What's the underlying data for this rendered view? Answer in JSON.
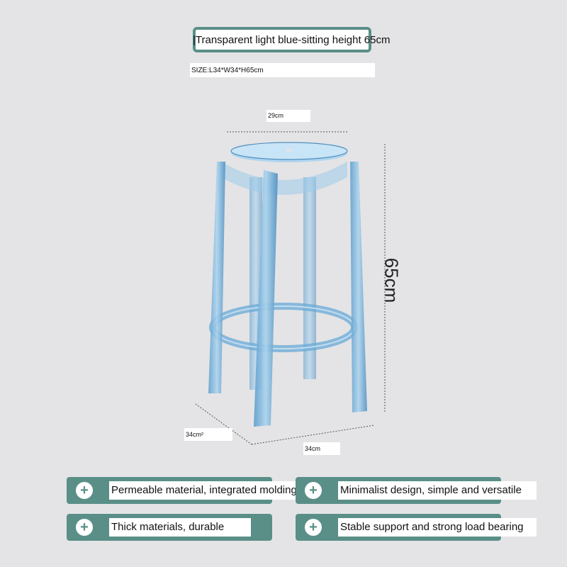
{
  "header": {
    "title": "|Transparent light blue-sitting height 65cm",
    "size": "SIZE:L34*W34*H65cm"
  },
  "dimensions": {
    "seat_diameter": "29cm",
    "height": "65cm",
    "depth": "34cm²",
    "width": "34cm"
  },
  "features": [
    {
      "icon": "plus-icon",
      "label": "Permeable material, integrated molding"
    },
    {
      "icon": "plus-icon",
      "label": "Minimalist design, simple and versatile"
    },
    {
      "icon": "plus-icon",
      "label": "Thick materials, durable"
    },
    {
      "icon": "plus-icon",
      "label": "Stable support and strong load bearing"
    }
  ],
  "colors": {
    "accent": "#5a8f88",
    "background": "#e4e4e6",
    "stool": "#7fb4d8"
  }
}
